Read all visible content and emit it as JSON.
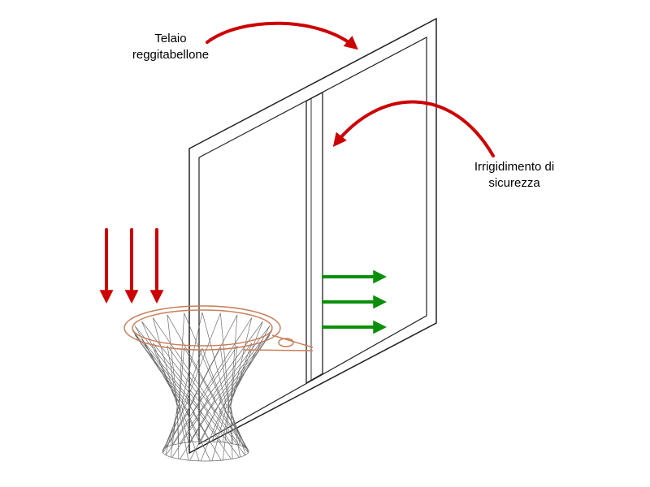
{
  "diagram": {
    "background_color": "#ffffff",
    "colors": {
      "annotation_red": "#cc0000",
      "force_green": "#0a8f0a",
      "rim_orange": "#c87f5a",
      "line_black": "#222222",
      "net_gray": "#6f6f6f"
    },
    "labels": {
      "frame": "Telaio\nreggitabellone",
      "stiffener": "Irrigidimento di\nsicurezza"
    },
    "annotations": {
      "load_arrows": {
        "count": 3,
        "direction": "down",
        "color": "annotation_red"
      },
      "reaction_arrows": {
        "count": 3,
        "direction": "right",
        "color": "force_green"
      },
      "callout_arrows": {
        "count": 2,
        "color": "annotation_red"
      }
    }
  }
}
